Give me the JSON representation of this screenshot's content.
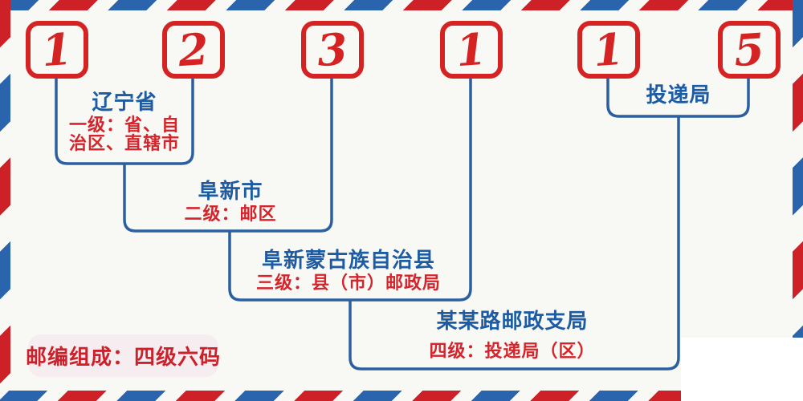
{
  "postal_code": {
    "digits": [
      "1",
      "2",
      "3",
      "1",
      "1",
      "5"
    ]
  },
  "levels": [
    {
      "name": "辽宁省",
      "desc_lines": [
        "一级：省、自",
        "治区、直辖市"
      ]
    },
    {
      "name": "阜新市",
      "desc_lines": [
        "二级：邮区"
      ]
    },
    {
      "name": "阜新蒙古族自治县",
      "desc_lines": [
        "三级：县（市）邮政局"
      ]
    },
    {
      "name": "某某路邮政支局",
      "desc_lines": [
        "四级：投递局（区）"
      ]
    }
  ],
  "delivery_office_label": "投递局",
  "badge_text": "邮编组成：四级六码",
  "colors": {
    "digit_red": "#d42322",
    "line_blue": "#2b5f9f",
    "name_text_blue": "#1d5ba3",
    "desc_text_red": "#d5242b",
    "stripe_red": "#ce2127",
    "stripe_blue": "#2a64ad",
    "badge_background": "#f6edf0",
    "page_background": "#f8f8f4"
  }
}
